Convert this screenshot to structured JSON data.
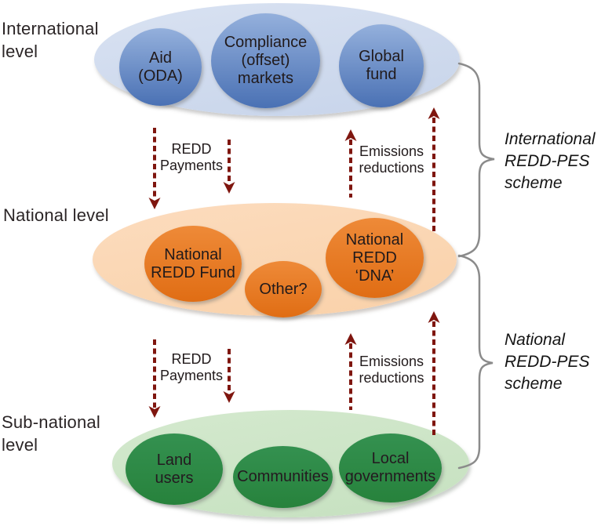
{
  "levels": {
    "international": {
      "label": "International\nlevel",
      "nodes": {
        "aid": "Aid\n(ODA)",
        "compliance": "Compliance\n(offset)\nmarkets",
        "global_fund": "Global\nfund"
      }
    },
    "national": {
      "label": "National level",
      "nodes": {
        "redd_fund": "National\nREDD Fund",
        "other": "Other?",
        "dna": "National\nREDD\n‘DNA’"
      }
    },
    "subnational": {
      "label": "Sub-national\nlevel",
      "nodes": {
        "land_users": "Land\nusers",
        "communities": "Communities",
        "local_governments": "Local\ngovernments"
      }
    }
  },
  "flows": {
    "redd_payments_top": "REDD\nPayments",
    "emissions_reductions_top": "Emissions\nreductions",
    "redd_payments_bottom": "REDD\nPayments",
    "emissions_reductions_bottom": "Emissions\nreductions"
  },
  "schemes": {
    "international": "International\nREDD-PES\nscheme",
    "national": "National\nREDD-PES\nscheme"
  },
  "colors": {
    "blue_outer": "#cdd9ed",
    "blue_node": "#4b72b5",
    "orange_outer": "#fbd8b5",
    "orange_node": "#e5771f",
    "green_outer": "#cfe7ca",
    "green_node": "#2d8b44",
    "arrow": "#7f160f",
    "brace": "#8b8b8b"
  }
}
